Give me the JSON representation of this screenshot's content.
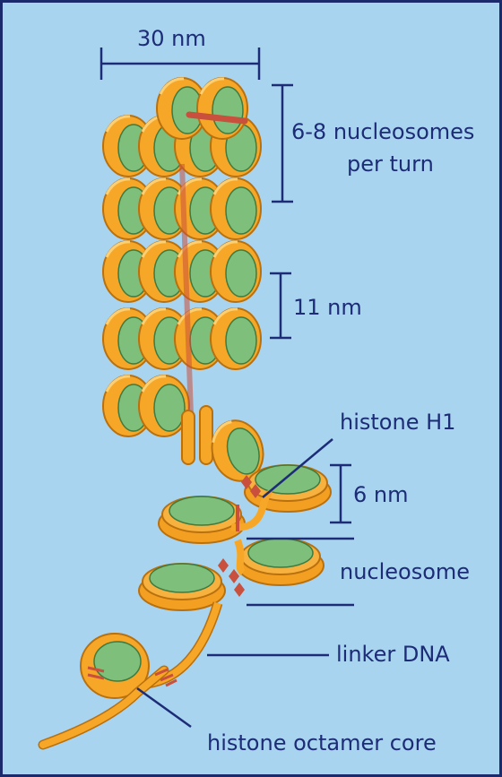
{
  "labels": {
    "width_30": "30 nm",
    "per_turn_1": "6-8 nucleosomes",
    "per_turn_2": "per turn",
    "width_11": "11 nm",
    "histone_h1": "histone H1",
    "width_6": "6 nm",
    "nucleosome": "nucleosome",
    "linker_dna": "linker DNA",
    "octamer_core": "histone octamer core"
  },
  "colors": {
    "background": "#a9d4ef",
    "label_blue": "#1c2c77",
    "dna_orange": "#f5a623",
    "core_green": "#7fbf7f",
    "histone_h1_red": "#c8503c"
  }
}
